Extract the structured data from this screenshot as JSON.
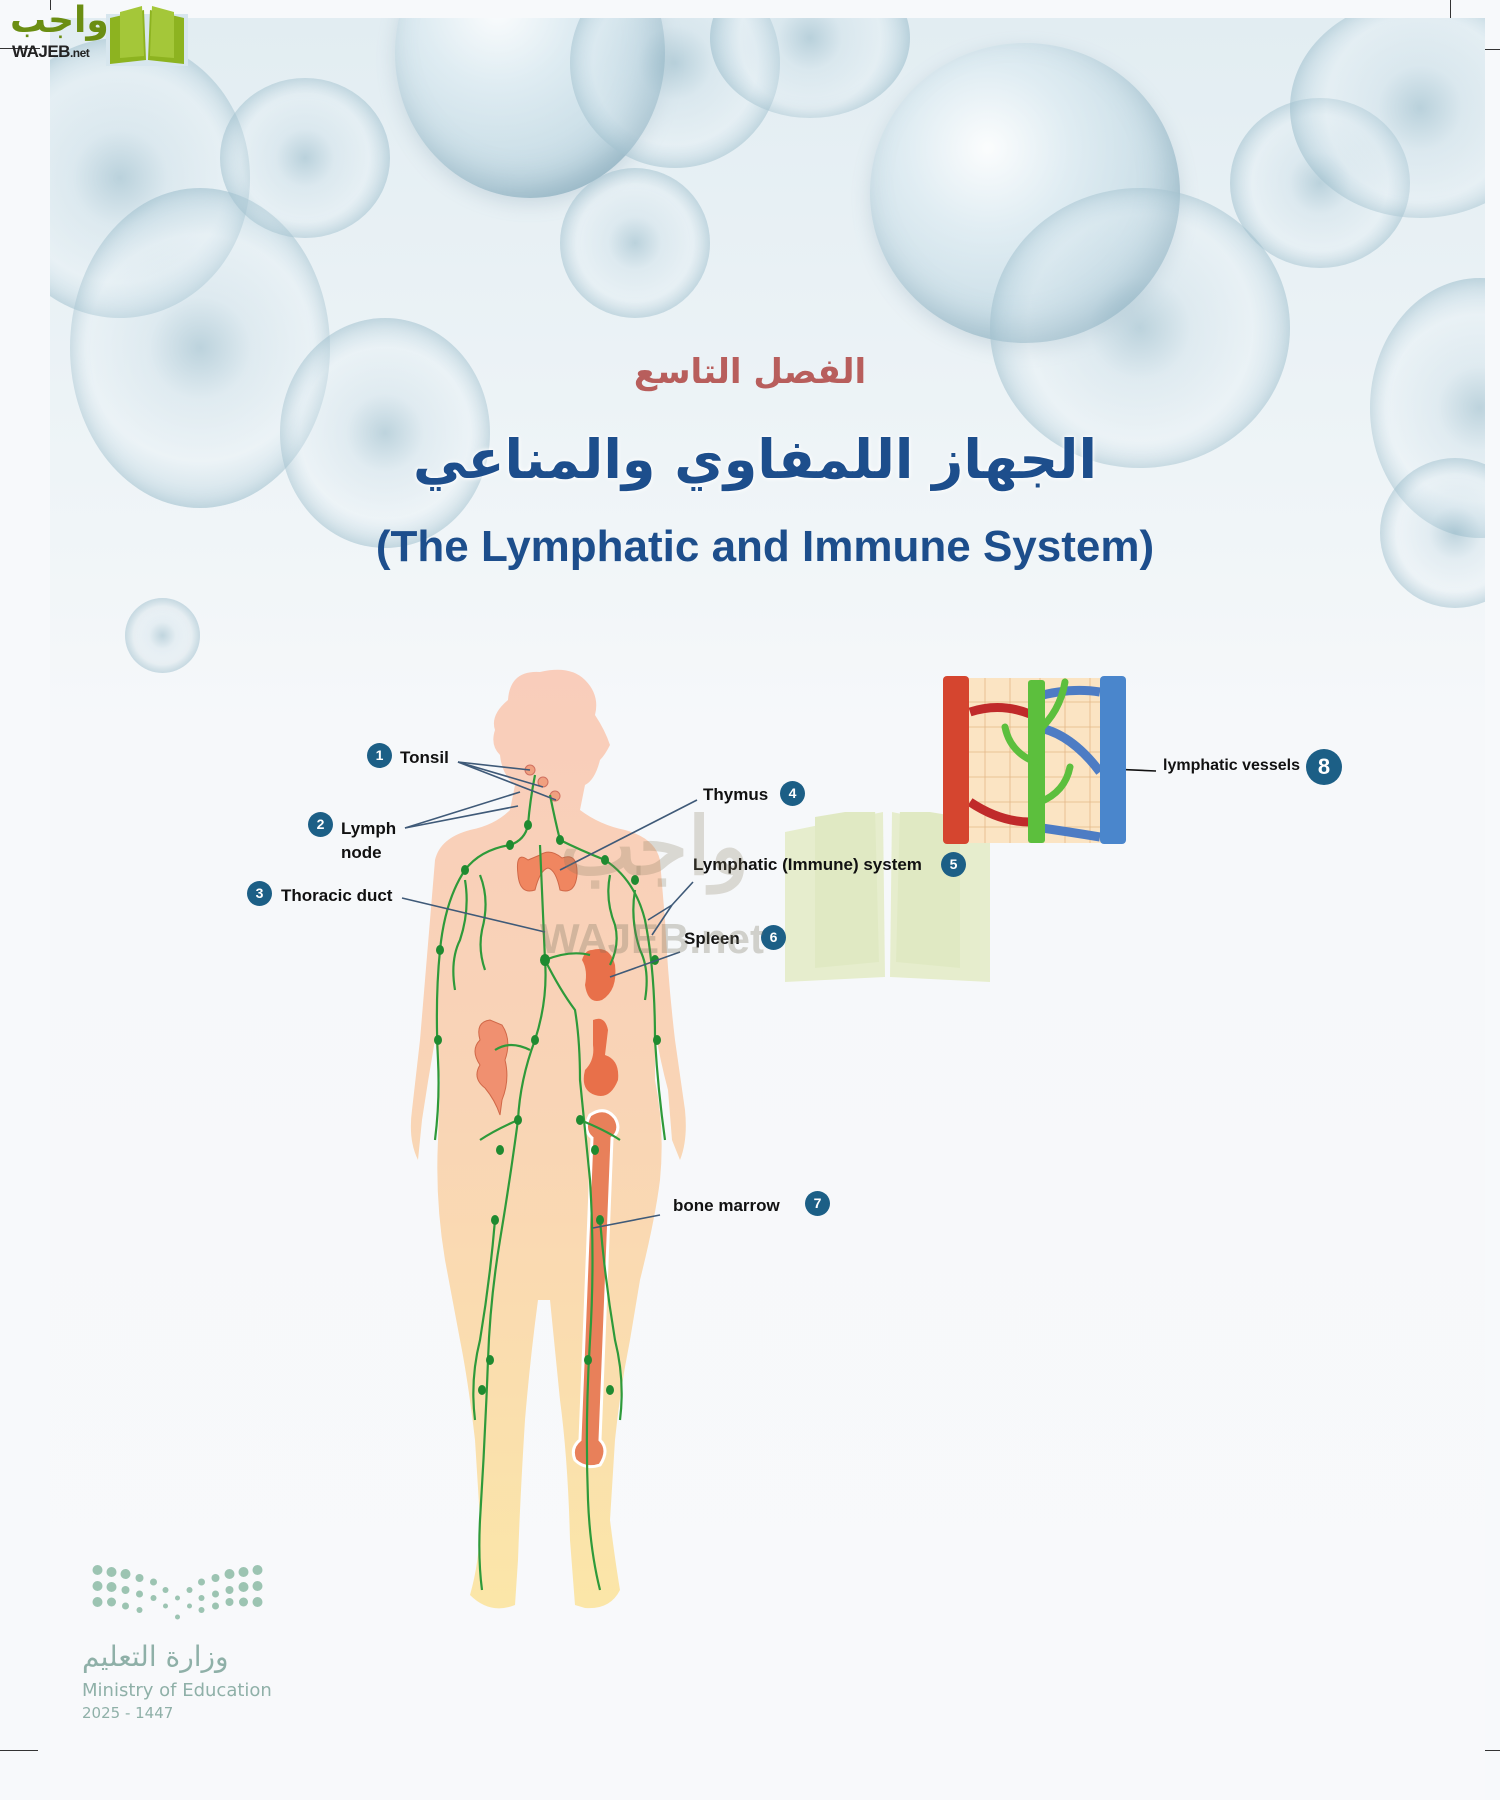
{
  "brand": {
    "logo_ar": "واجب",
    "logo_en": "WAJEB",
    "logo_en_suffix": ".net",
    "accent_color": "#6b8e12"
  },
  "header": {
    "chapter_label": "الفصل التاسع",
    "title_ar": "الجهاز اللمفاوي والمناعي",
    "title_en": "(The Lymphatic and Immune System)",
    "chapter_color": "#b85e5c",
    "title_color": "#1d4e8c"
  },
  "diagram": {
    "badge_color": "#1c5f86",
    "labels": [
      {
        "number": "1",
        "text": "Tonsil"
      },
      {
        "number": "2",
        "text": "Lymph",
        "text2": "node"
      },
      {
        "number": "3",
        "text": "Thoracic duct"
      },
      {
        "number": "4",
        "text": "Thymus"
      },
      {
        "number": "5",
        "text": "Lymphatic (Immune) system"
      },
      {
        "number": "6",
        "text": "Spleen"
      },
      {
        "number": "7",
        "text": "bone marrow"
      },
      {
        "number": "8",
        "text": "lymphatic vessels"
      }
    ]
  },
  "watermark": {
    "text_ar": "واجب",
    "text_en": "WAJEB.net"
  },
  "footer": {
    "ministry_ar": "وزارة التعليم",
    "ministry_en": "Ministry of Education",
    "year": "2025 - 1447"
  }
}
